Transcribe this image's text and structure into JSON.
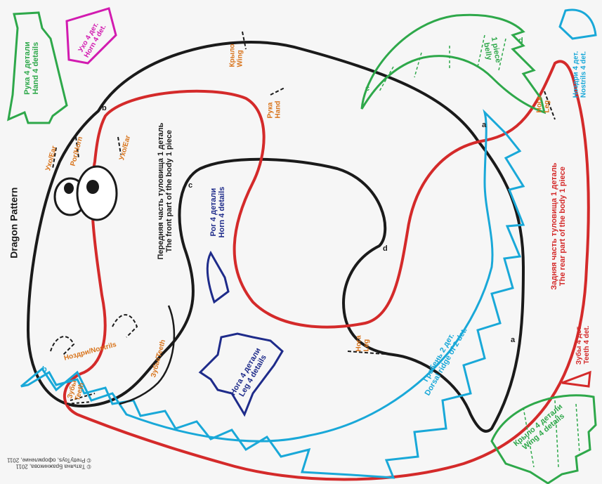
{
  "title": "Dragon Pattern",
  "colors": {
    "black": "#1a1a1a",
    "red": "#d42a2a",
    "cyan": "#19a8d8",
    "green": "#2ea84a",
    "magenta": "#d21bb0",
    "navy": "#1e2b8a",
    "orange": "#d8731a"
  },
  "labels": {
    "hand": "Рука 4 детали\nHand 4 details",
    "ear_piece": "Ухо 4 дет.\nHorn 4 det.",
    "front_body": "Передняя часть туловища 1 деталь\nThe front part of the body 1 piece",
    "rear_body": "Задняя часть туловища 1 деталь\nThe rear part of the body 1 piece",
    "horn_piece": "Рог 4 детали\nHorn 4 details",
    "leg_piece": "Нога 4 детали\nLeg 4 details",
    "wing_piece": "Крыло 4 детали\nWing 4 details",
    "belly": "1 piece\nbelly",
    "nostrils_piece": "Ноздри 4 дет.\nNostrils 4 det.",
    "teeth_piece": "Зубы 4 дет.\nTeeth 4 det.",
    "dorsal": "Гребень 2 дет.\nDorsal ridge of 2 det.",
    "ear_mark": "Ухо/Ear",
    "horn_mark": "Рог/Horn",
    "ear_mark2": "Ухо/Ear",
    "wing_mark": "Крыло\nWing",
    "hand_mark": "Рука\nHand",
    "leg_mark_rear": "Нога\nLeg",
    "leg_mark_front": "Нога\nLeg",
    "nostrils_mark": "Ноздри/Nostrils",
    "teeth_mark": "Зубы/Teeth",
    "teeth_mark2": "Зубы\nTeeth",
    "letter_a1": "a",
    "letter_a2": "a",
    "letter_b1": "b",
    "letter_b2": "b",
    "letter_c1": "c",
    "letter_c2": "c",
    "letter_d1": "d",
    "letter_d2": "d",
    "copyright": "© Татьяна Бражникова, 2011\n© PrettyToys, оформление, 2011"
  }
}
